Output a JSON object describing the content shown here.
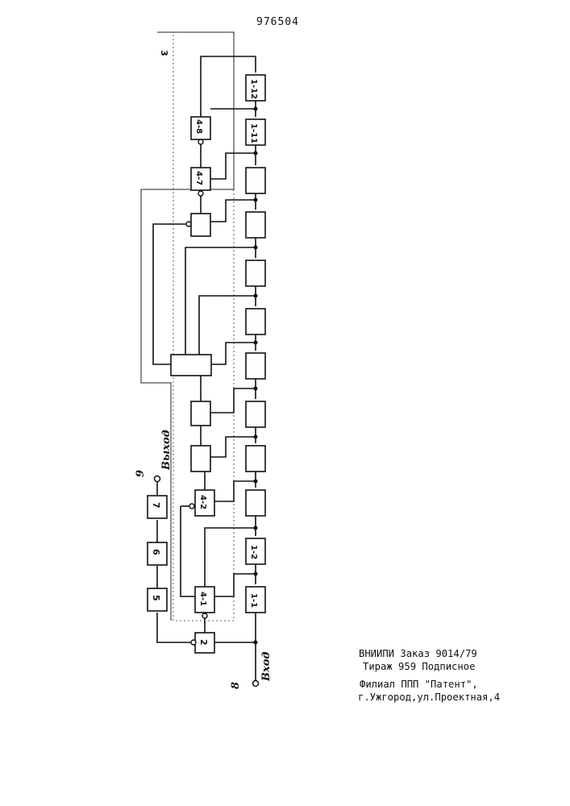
{
  "header": {
    "patent_number": "976504"
  },
  "diagram": {
    "frame_label": "3",
    "input_label": "Вход",
    "input_number": "8",
    "output_label": "Выход",
    "output_number": "9",
    "blocks": {
      "b1_1": "1-1",
      "b1_2": "1-2",
      "b1_11": "1-11",
      "b1_12": "1-12",
      "b2": "2",
      "b5": "5",
      "b6": "6",
      "b7": "7",
      "b4_1": "4-1",
      "b4_2": "4-2",
      "b4_7": "4-7",
      "b4_8": "4-8"
    }
  },
  "imprint": {
    "line1": "ВНИИПИ Заказ 9014/79",
    "line2": "Тираж 959 Подписное",
    "line3": "Филиал ППП \"Патент\",",
    "line4": "г.Ужгород,ул.Проектная,4"
  }
}
